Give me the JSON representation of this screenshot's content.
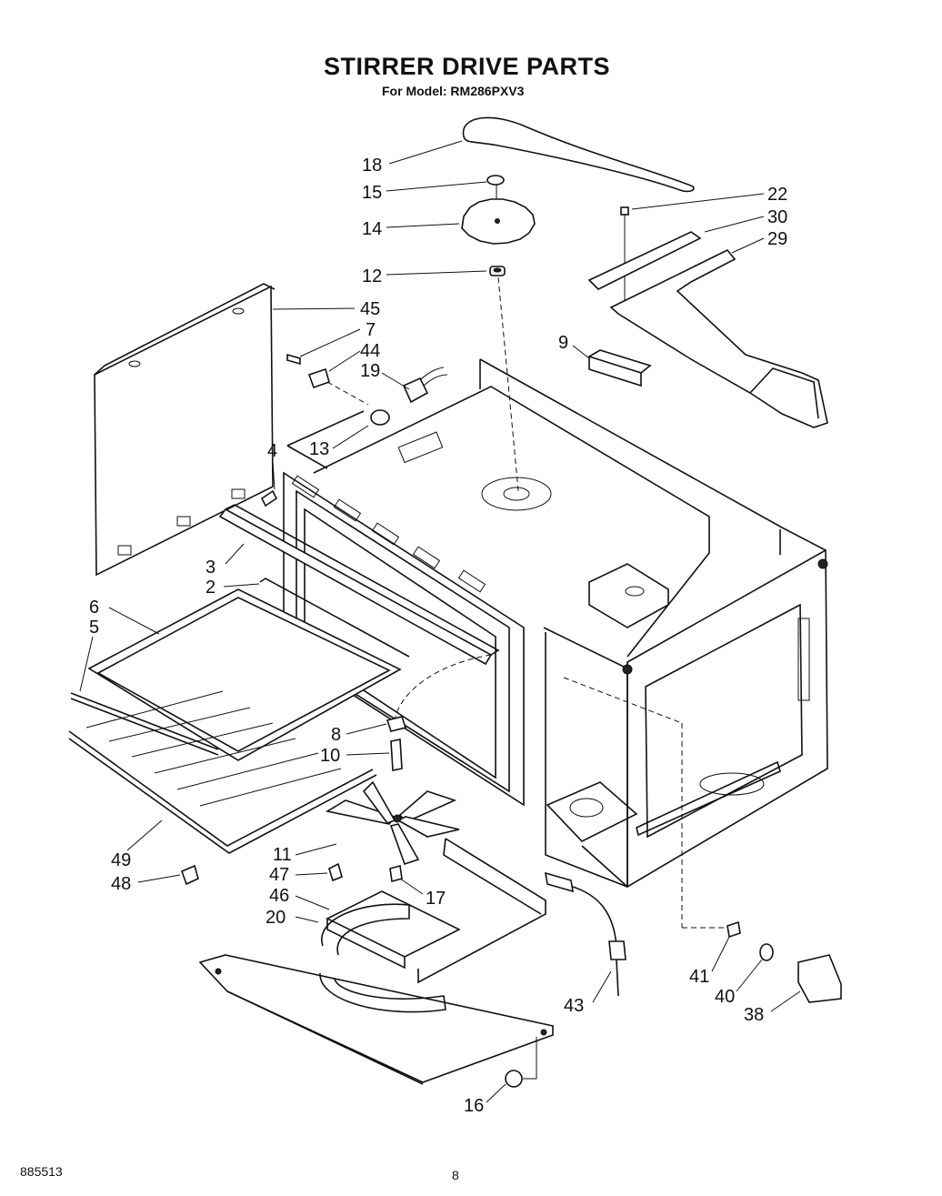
{
  "header": {
    "title": "STIRRER DRIVE PARTS",
    "subtitle": "For Model: RM286PXV3"
  },
  "footer": {
    "doc_number": "885513",
    "page_number": "8"
  },
  "callouts": [
    {
      "id": "c18",
      "label": "18"
    },
    {
      "id": "c15",
      "label": "15"
    },
    {
      "id": "c14",
      "label": "14"
    },
    {
      "id": "c12",
      "label": "12"
    },
    {
      "id": "c22",
      "label": "22"
    },
    {
      "id": "c30",
      "label": "30"
    },
    {
      "id": "c29",
      "label": "29"
    },
    {
      "id": "c45",
      "label": "45"
    },
    {
      "id": "c7",
      "label": "7"
    },
    {
      "id": "c44",
      "label": "44"
    },
    {
      "id": "c19",
      "label": "19"
    },
    {
      "id": "c9",
      "label": "9"
    },
    {
      "id": "c13",
      "label": "13"
    },
    {
      "id": "c4",
      "label": "4"
    },
    {
      "id": "c3",
      "label": "3"
    },
    {
      "id": "c2",
      "label": "2"
    },
    {
      "id": "c6",
      "label": "6"
    },
    {
      "id": "c5",
      "label": "5"
    },
    {
      "id": "c8",
      "label": "8"
    },
    {
      "id": "c10",
      "label": "10"
    },
    {
      "id": "c49",
      "label": "49"
    },
    {
      "id": "c48",
      "label": "48"
    },
    {
      "id": "c11",
      "label": "11"
    },
    {
      "id": "c47",
      "label": "47"
    },
    {
      "id": "c46",
      "label": "46"
    },
    {
      "id": "c20",
      "label": "20"
    },
    {
      "id": "c17",
      "label": "17"
    },
    {
      "id": "c41",
      "label": "41"
    },
    {
      "id": "c40",
      "label": "40"
    },
    {
      "id": "c38",
      "label": "38"
    },
    {
      "id": "c43",
      "label": "43"
    },
    {
      "id": "c16",
      "label": "16"
    }
  ]
}
